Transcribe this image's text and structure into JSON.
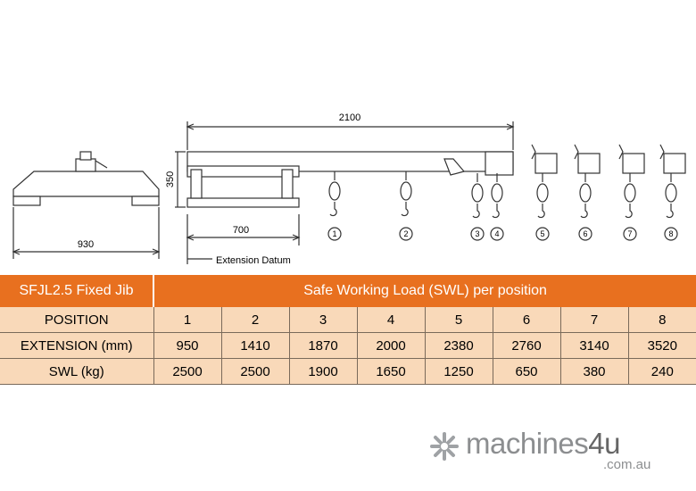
{
  "drawing": {
    "dimensions": {
      "overall_length": "2100",
      "height": "350",
      "base_width": "930",
      "extension_offset": "700",
      "datum_label": "Extension Datum"
    },
    "positions": [
      "1",
      "2",
      "3",
      "4",
      "5",
      "6",
      "7",
      "8"
    ]
  },
  "table": {
    "model": "SFJL2.5 Fixed Jib",
    "header": "Safe Working Load (SWL) per position",
    "rows": [
      {
        "label": "POSITION",
        "values": [
          "1",
          "2",
          "3",
          "4",
          "5",
          "6",
          "7",
          "8"
        ]
      },
      {
        "label": "EXTENSION (mm)",
        "values": [
          "950",
          "1410",
          "1870",
          "2000",
          "2380",
          "2760",
          "3140",
          "3520"
        ]
      },
      {
        "label": "SWL (kg)",
        "values": [
          "2500",
          "2500",
          "1900",
          "1650",
          "1250",
          "650",
          "380",
          "240"
        ]
      }
    ]
  },
  "logo": {
    "name": "machines",
    "accent": "4u",
    "domain": ".com.au"
  },
  "colors": {
    "header_bg": "#e8701f",
    "row_bg": "#f9d9b9",
    "line": "#333333"
  }
}
